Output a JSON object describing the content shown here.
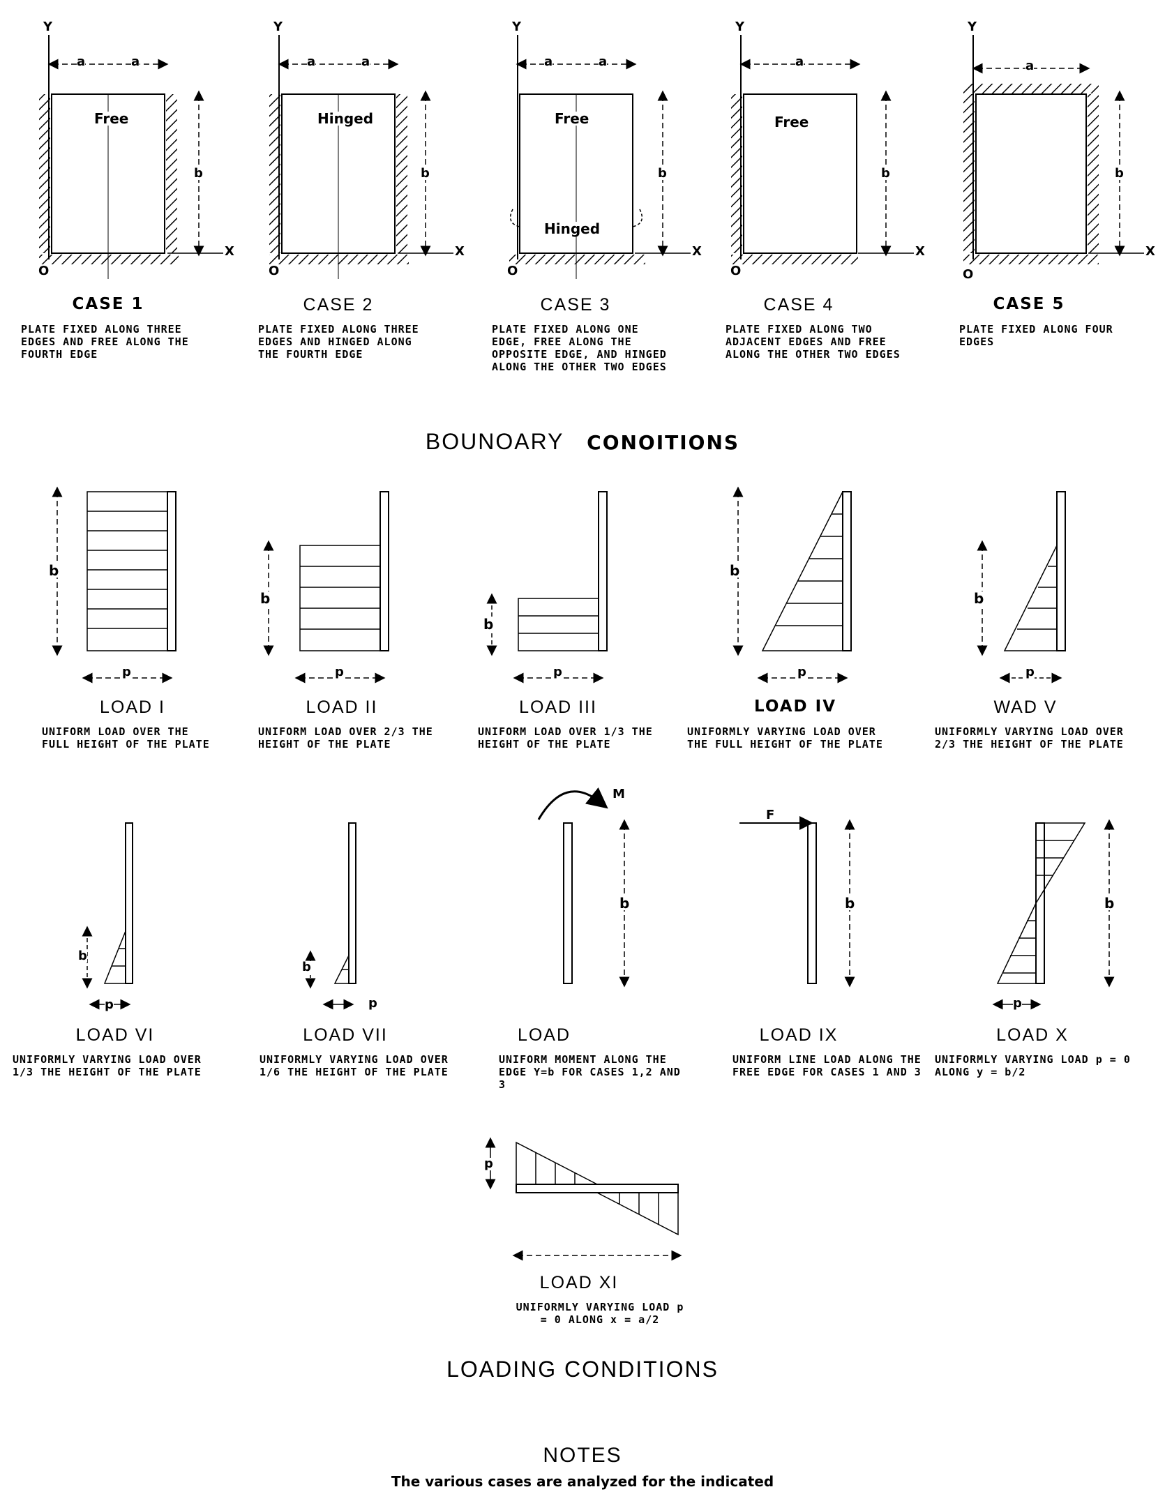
{
  "boundary": {
    "heading_a": "BOUNOARY",
    "heading_b": "CONOITIONS",
    "cases": [
      {
        "title": "CASE 1",
        "desc": "PLATE FIXED ALONG THREE EDGES AND FREE ALONG THE FOURTH EDGE",
        "label": "Free",
        "dim_a": "a",
        "dim_b": "b"
      },
      {
        "title": "CASE 2",
        "desc": "PLATE FIXED ALONG THREE EDGES AND HINGED ALONG THE FOURTH EDGE",
        "label": "Hinged",
        "dim_a": "a",
        "dim_b": "b"
      },
      {
        "title": "CASE 3",
        "desc": "PLATE FIXED ALONG ONE EDGE, FREE ALONG THE OPPOSITE EDGE, AND HINGED ALONG THE OTHER TWO EDGES",
        "label": "Free",
        "label2": "Hinged",
        "dim_a": "a",
        "dim_b": "b"
      },
      {
        "title": "CASE 4",
        "desc": "PLATE FIXED ALONG TWO ADJACENT EDGES AND FREE ALONG THE OTHER TWO EDGES",
        "label": "Free",
        "dim_a": "a",
        "dim_b": "b"
      },
      {
        "title": "CASE 5",
        "desc": "PLATE FIXED ALONG FOUR EDGES",
        "dim_a": "a",
        "dim_b": "b"
      }
    ],
    "axis_x": "X",
    "axis_y": "Y",
    "origin": "O"
  },
  "loading": {
    "heading": "LOADING   CONDITIONS",
    "row1": [
      {
        "title": "LOAD I",
        "desc": "UNIFORM LOAD OVER THE FULL HEIGHT OF THE PLATE"
      },
      {
        "title": "LOAD II",
        "desc": "UNIFORM LOAD OVER 2/3 THE HEIGHT OF THE PLATE"
      },
      {
        "title": "LOAD III",
        "desc": "UNIFORM LOAD OVER 1/3 THE HEIGHT OF THE PLATE"
      },
      {
        "title": "LOAD IV",
        "desc": "UNIFORMLY VARYING LOAD OVER THE FULL HEIGHT OF THE PLATE"
      },
      {
        "title": "WAD V",
        "desc": "UNIFORMLY VARYING LOAD OVER 2/3 THE HEIGHT OF THE PLATE"
      }
    ],
    "row2": [
      {
        "title": "LOAD VI",
        "desc": "UNIFORMLY VARYING LOAD OVER 1/3 THE HEIGHT OF THE PLATE"
      },
      {
        "title": "LOAD VII",
        "desc": "UNIFORMLY VARYING LOAD OVER 1/6 THE HEIGHT OF THE PLATE"
      },
      {
        "title": "LOAD",
        "desc": "UNIFORM MOMENT ALONG THE EDGE Y=b FOR CASES 1,2 AND 3"
      },
      {
        "title": "LOAD IX",
        "desc": "UNIFORM LINE LOAD ALONG THE FREE EDGE FOR CASES 1 AND 3"
      },
      {
        "title": "LOAD X",
        "desc": "UNIFORMLY VARYING LOAD p = 0 ALONG y = b/2"
      }
    ],
    "row3": [
      {
        "title": "LOAD XI",
        "desc": "UNIFORMLY VARYING LOAD p = 0 ALONG x = a/2"
      }
    ],
    "sym_p": "p",
    "sym_b": "b",
    "sym_M": "M",
    "sym_F": "F"
  },
  "notes": {
    "heading": "NOTES",
    "text": "The various cases are analyzed for the indicated"
  }
}
